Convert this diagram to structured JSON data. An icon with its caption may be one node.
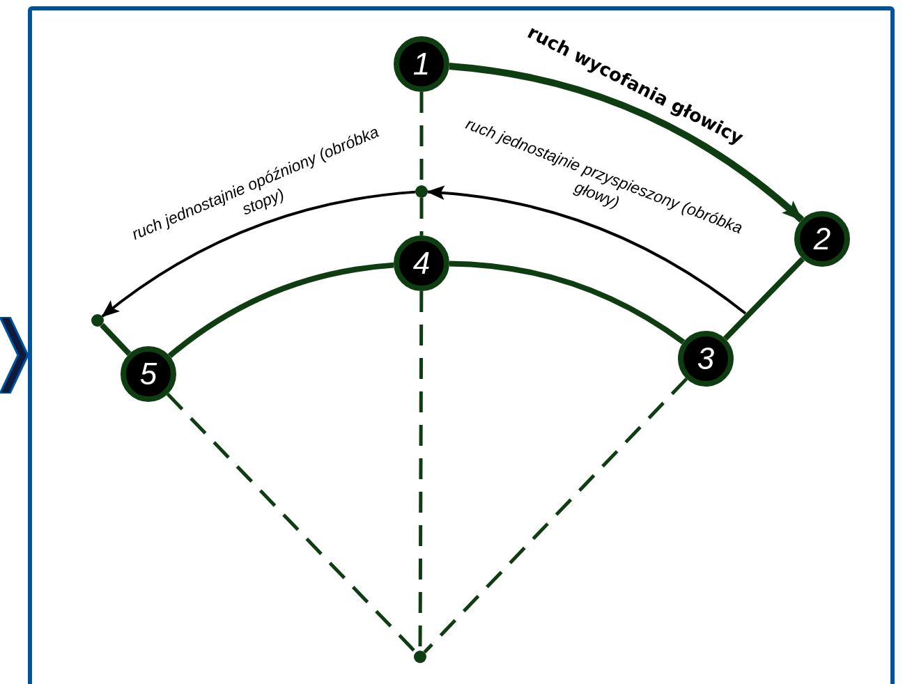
{
  "diagram": {
    "nodes": [
      {
        "text": [
          "1"
        ]
      },
      {
        "text": [
          "2"
        ]
      },
      {
        "text": [
          "3"
        ]
      },
      {
        "text": [
          "4"
        ]
      },
      {
        "text": [
          "5"
        ]
      },
      {
        "text": [],
        "shape": "circle"
      },
      {
        "text": [],
        "shape": "circle"
      },
      {
        "text": [],
        "shape": "circle"
      }
    ],
    "edges": [
      {
        "from": 0,
        "to": 1,
        "arrow": "to",
        "style": "thick",
        "label": "ruch wycofania głowicy"
      },
      {
        "from": 1,
        "to": 2,
        "arrow": "none"
      },
      {
        "from": 2,
        "to": 3,
        "arrow": "none"
      },
      {
        "from": 3,
        "to": 4,
        "arrow": "none"
      },
      {
        "from": null,
        "to": 5,
        "arrow": "to",
        "color": "#000000",
        "label": "ruch jednostajnie przyspieszony (obróbka głowy)"
      },
      {
        "from": 5,
        "to": 6,
        "arrow": "to",
        "color": "#000000",
        "label": "ruch jednostajnie opóźniony (obróbka stopy)"
      },
      {
        "from": 6,
        "to": 4,
        "arrow": "none"
      },
      {
        "from": 0,
        "to": 5,
        "arrow": "none",
        "style": "dashed"
      },
      {
        "from": 5,
        "to": 3,
        "arrow": "none",
        "style": "dashed"
      },
      {
        "from": 3,
        "to": 7,
        "arrow": "none",
        "style": "dashed"
      },
      {
        "from": 4,
        "to": 7,
        "arrow": "none",
        "style": "dashed"
      },
      {
        "from": 2,
        "to": 7,
        "arrow": "none",
        "style": "dashed"
      }
    ]
  }
}
